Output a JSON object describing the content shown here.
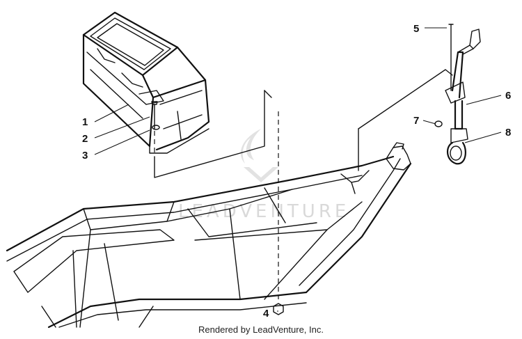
{
  "diagram": {
    "watermark": "LEADVENTURE",
    "credit": "Rendered by LeadVenture, Inc.",
    "callouts": [
      "1",
      "2",
      "3",
      "4",
      "5",
      "6",
      "7",
      "8"
    ]
  },
  "colors": {
    "ink": "#111111",
    "watermark": "#d9d9d9",
    "background": "#ffffff"
  }
}
